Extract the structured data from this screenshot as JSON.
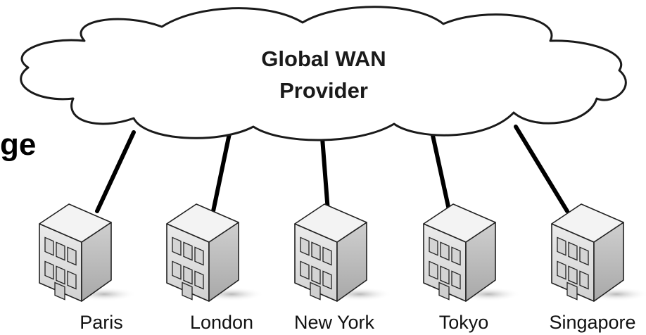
{
  "cloud": {
    "title_line1": "Global WAN",
    "title_line2": "Provider"
  },
  "partial_text": "ge",
  "sites": [
    {
      "label": "Paris",
      "icon": "building-icon"
    },
    {
      "label": "London",
      "icon": "building-icon"
    },
    {
      "label": "New York",
      "icon": "building-icon"
    },
    {
      "label": "Tokyo",
      "icon": "building-icon"
    },
    {
      "label": "Singapore",
      "icon": "building-icon"
    }
  ],
  "colors": {
    "line": "#000000",
    "building_front": "#e2e2e2",
    "building_side": "#bdbdbd",
    "building_top": "#f3f3f3",
    "window": "#d4d4d4"
  }
}
